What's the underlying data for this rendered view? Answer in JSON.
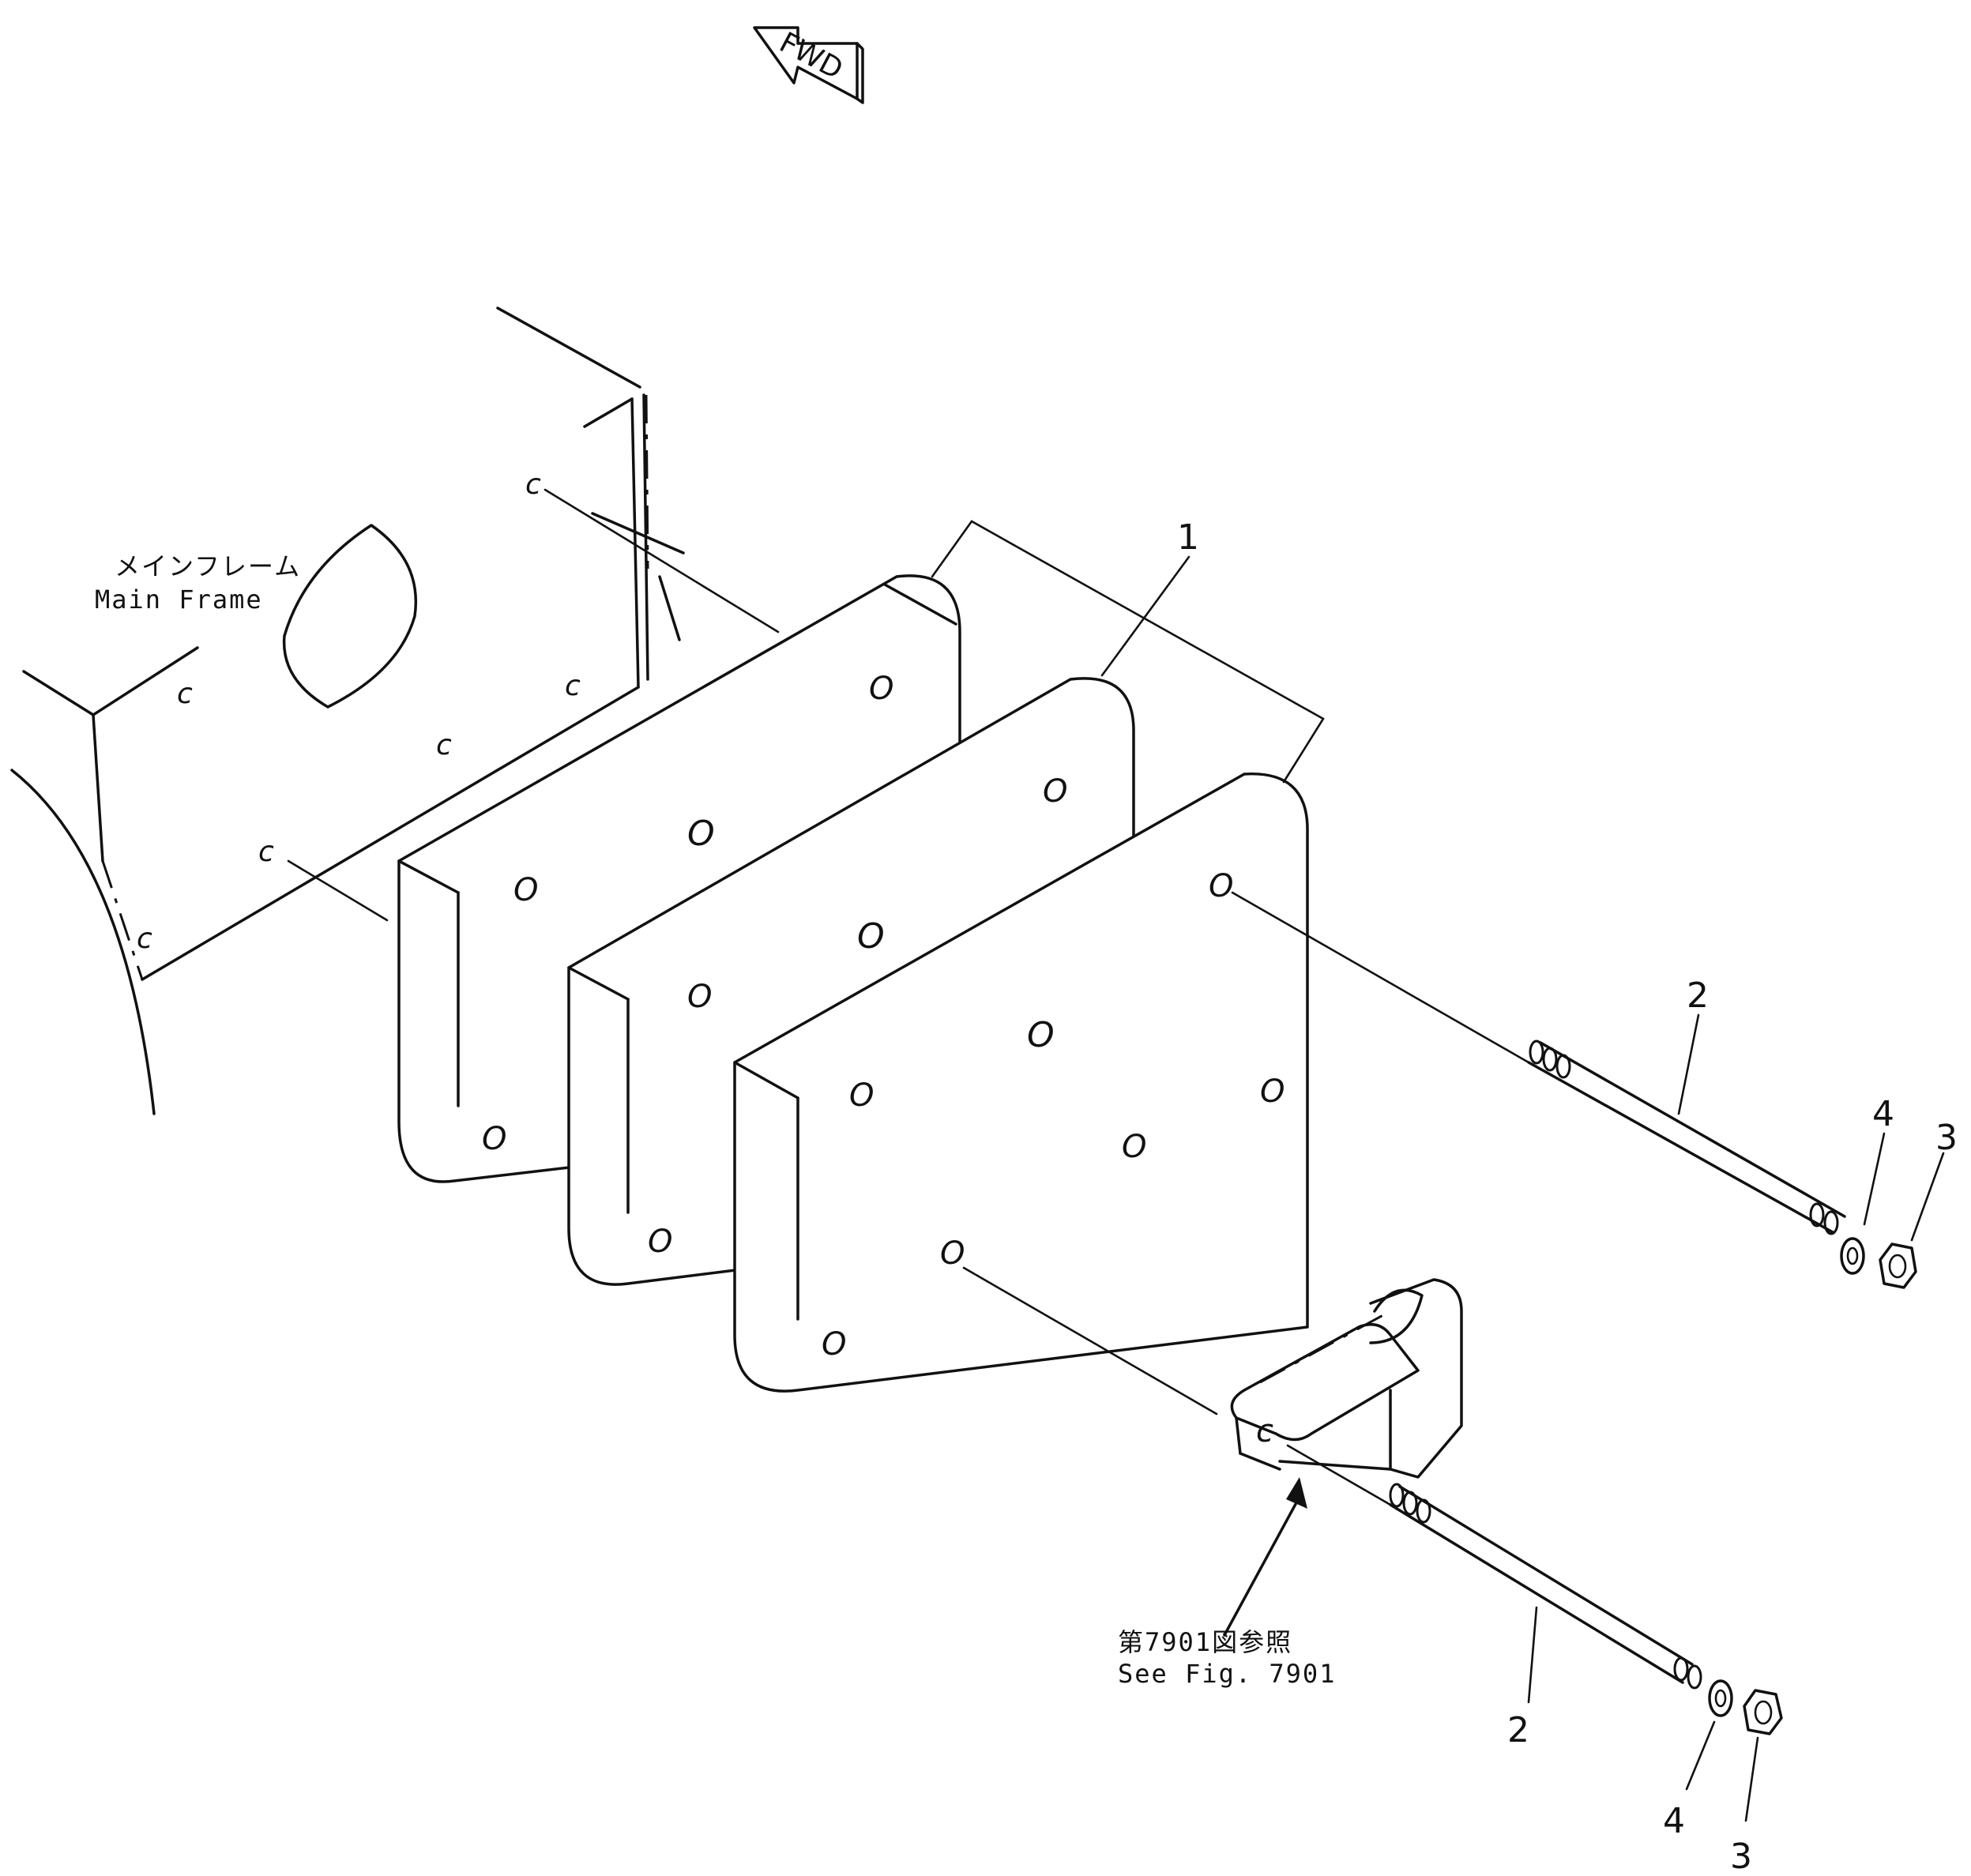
{
  "fwd_arrow": {
    "text": "FWD"
  },
  "main_frame": {
    "label_jp": "メインフレーム",
    "label_en": "Main Frame"
  },
  "reference": {
    "label_jp": "第7901図参照",
    "label_en": "See Fig. 7901"
  },
  "callouts": {
    "plate": "1",
    "bolt_upper": "2",
    "bolt_lower": "2",
    "nut_upper": "3",
    "nut_lower": "3",
    "washer_upper": "4",
    "washer_lower": "4"
  }
}
